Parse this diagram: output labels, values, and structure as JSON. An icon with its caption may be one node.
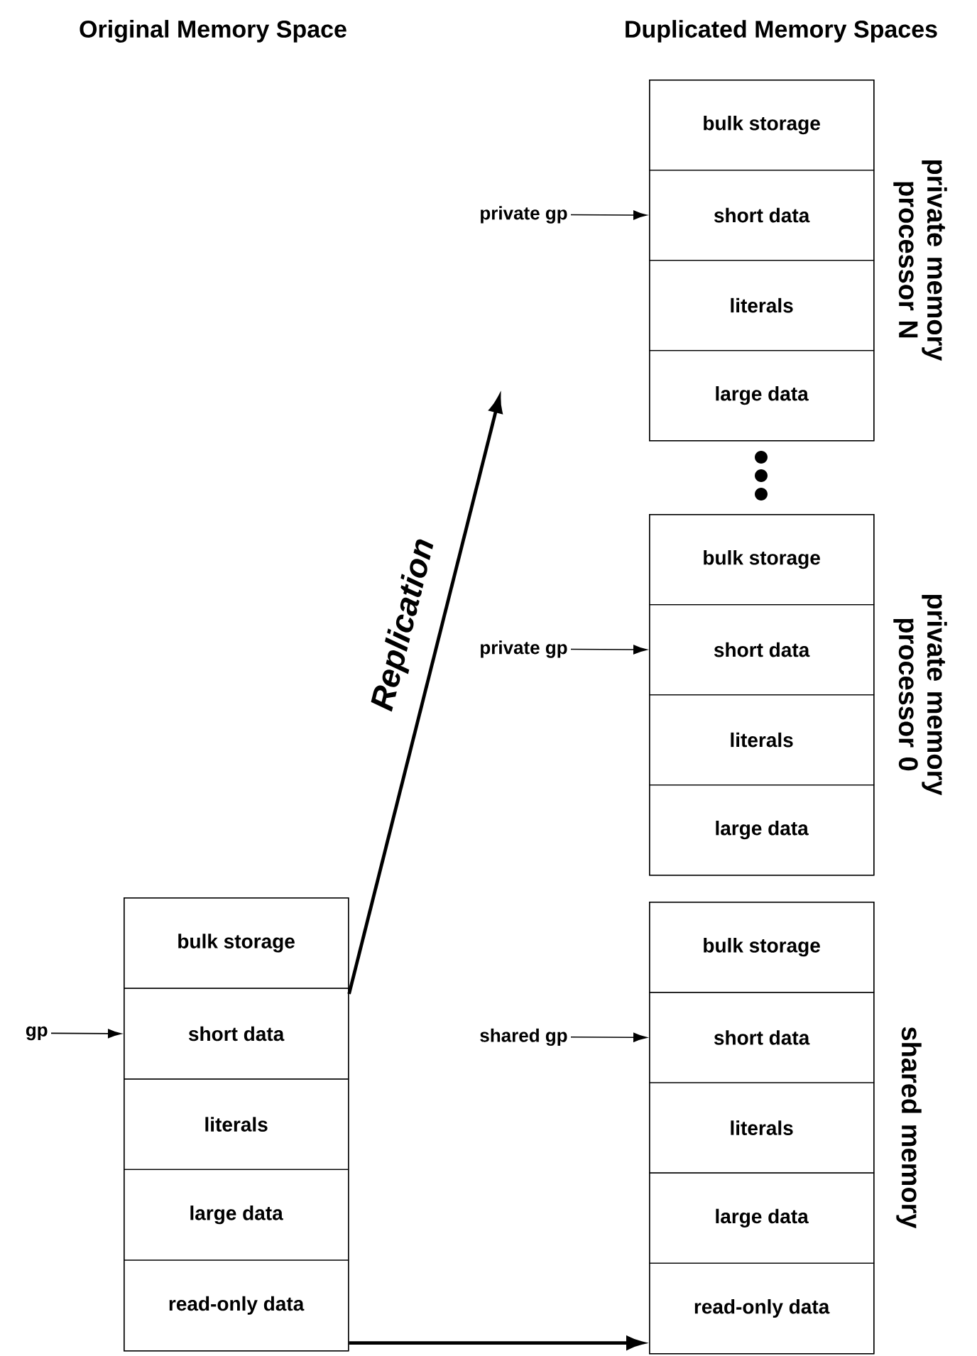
{
  "diagram": {
    "nodes": [
      {
        "text": [],
        "shape": "box"
      },
      {
        "text": [
          "bulk storage"
        ],
        "in": 0
      },
      {
        "text": [
          "short data"
        ],
        "in": 0
      },
      {
        "text": [
          "literals"
        ],
        "in": 0
      },
      {
        "text": [
          "large data"
        ],
        "in": 0
      },
      {
        "text": [
          "read-only data"
        ],
        "in": 0
      },
      {
        "text": [
          "private memory processor N"
        ]
      },
      {
        "text": [
          "bulk storage"
        ],
        "in": 6
      },
      {
        "text": [
          "short data"
        ],
        "in": 6
      },
      {
        "text": [
          "literals"
        ],
        "in": 6
      },
      {
        "text": [
          "large data"
        ],
        "in": 6
      },
      {
        "text": [
          "private memory processor 0"
        ]
      },
      {
        "text": [
          "bulk storage"
        ],
        "in": 11
      },
      {
        "text": [
          "short data"
        ],
        "in": 11
      },
      {
        "text": [
          "literals"
        ],
        "in": 11
      },
      {
        "text": [
          "large data"
        ],
        "in": 11
      },
      {
        "text": [
          "shared memory"
        ]
      },
      {
        "text": [
          "bulk storage"
        ],
        "in": 16
      },
      {
        "text": [
          "short data"
        ],
        "in": 16
      },
      {
        "text": [
          "literals"
        ],
        "in": 16
      },
      {
        "text": [
          "large data"
        ],
        "in": 16
      },
      {
        "text": [
          "read-only data"
        ],
        "in": 16
      },
      {
        "text": [
          "gp"
        ]
      },
      {
        "text": [
          "private gp"
        ]
      },
      {
        "text": [
          "private gp"
        ]
      },
      {
        "text": [
          "shared gp"
        ]
      }
    ],
    "edges": [
      {
        "from": 22,
        "to": 2,
        "arrow": "to"
      },
      {
        "from": 23,
        "to": 8,
        "arrow": "to"
      },
      {
        "from": 24,
        "to": 13,
        "arrow": "to"
      },
      {
        "from": 25,
        "to": 18,
        "arrow": "to"
      },
      {
        "from": 0,
        "to": null,
        "arrow": "to",
        "label": "Replication",
        "style": "thick"
      },
      {
        "from": 0,
        "to": 16,
        "arrow": "to",
        "style": "thick"
      }
    ],
    "labels": [
      "Original Memory Space",
      "Duplicated Memory Spaces"
    ]
  }
}
